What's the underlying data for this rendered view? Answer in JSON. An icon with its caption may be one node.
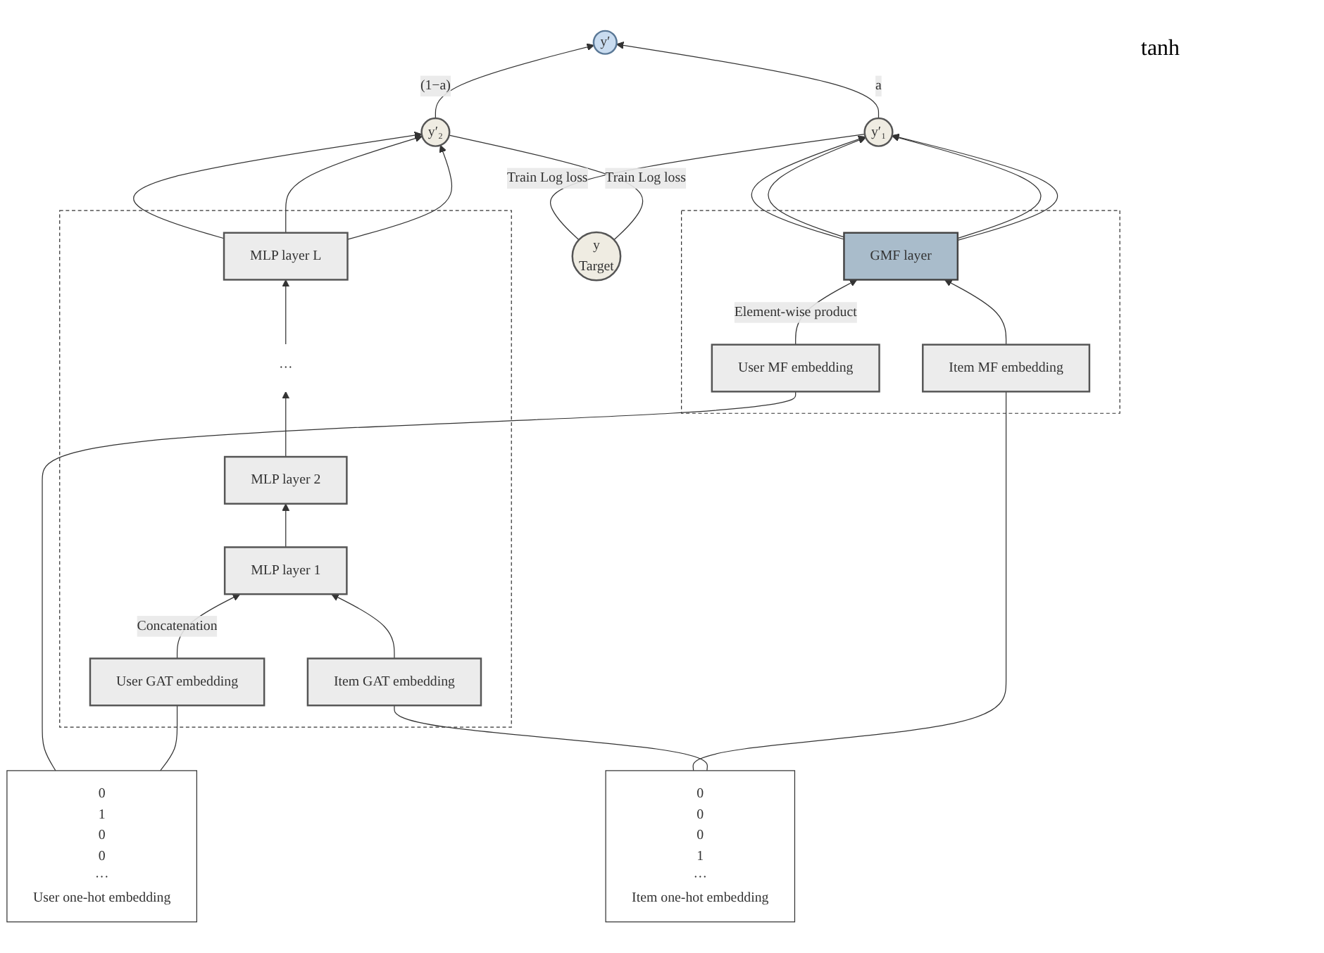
{
  "diagram": {
    "nodes": [
      {
        "text": [
          "y′"
        ]
      },
      {
        "text": [
          "y′₁"
        ]
      },
      {
        "text": [
          "y",
          "Target"
        ]
      },
      {
        "text": [
          "y′₂"
        ]
      },
      {
        "text": [],
        "shape": "box"
      },
      {
        "text": [
          "GMF layer"
        ],
        "in": 4
      },
      {
        "text": [
          "User MF embedding"
        ],
        "in": 4
      },
      {
        "text": [
          "Item MF embedding"
        ],
        "in": 4
      },
      {
        "text": [],
        "shape": "box"
      },
      {
        "text": [
          "MLP layer L"
        ],
        "in": 8
      },
      {
        "text": [
          "···"
        ],
        "in": 8
      },
      {
        "text": [
          "MLP layer 2"
        ],
        "in": 8
      },
      {
        "text": [
          "MLP layer 1"
        ],
        "in": 8
      },
      {
        "text": [
          "User GAT embedding"
        ],
        "in": 8
      },
      {
        "text": [
          "Item GAT embedding"
        ],
        "in": 8
      },
      {
        "text": [
          "0",
          "1",
          "0",
          "0",
          "···",
          "User one-hot embedding"
        ]
      },
      {
        "text": [
          "0",
          "0",
          "0",
          "1",
          "···",
          "Item one-hot embedding"
        ]
      }
    ],
    "edges": [
      {
        "from": 1,
        "to": 0,
        "arrow": "to",
        "label": "a"
      },
      {
        "from": 3,
        "to": 0,
        "arrow": "to",
        "label": "(1−a)"
      },
      {
        "from": 2,
        "to": 1,
        "arrow": "none",
        "label": "Train Log loss"
      },
      {
        "from": 2,
        "to": 3,
        "arrow": "none",
        "label": "Train Log loss"
      },
      {
        "from": 5,
        "to": 1,
        "arrow": "to"
      },
      {
        "from": 5,
        "to": 1,
        "arrow": "to"
      },
      {
        "from": 5,
        "to": 1,
        "arrow": "to"
      },
      {
        "from": 5,
        "to": 1,
        "arrow": "to"
      },
      {
        "from": 6,
        "to": 5,
        "arrow": "to",
        "label": "Element-wise product"
      },
      {
        "from": 7,
        "to": 5,
        "arrow": "to"
      },
      {
        "from": 9,
        "to": 3,
        "arrow": "to"
      },
      {
        "from": 9,
        "to": 3,
        "arrow": "to"
      },
      {
        "from": 9,
        "to": 3,
        "arrow": "to"
      },
      {
        "from": 10,
        "to": 9,
        "arrow": "to"
      },
      {
        "from": 11,
        "to": 10,
        "arrow": "to"
      },
      {
        "from": 12,
        "to": 11,
        "arrow": "to"
      },
      {
        "from": 13,
        "to": 12,
        "arrow": "to",
        "label": "Concatenation"
      },
      {
        "from": 14,
        "to": 12,
        "arrow": "to"
      },
      {
        "from": 15,
        "to": 6,
        "arrow": "none"
      },
      {
        "from": 15,
        "to": 13,
        "arrow": "none"
      },
      {
        "from": 16,
        "to": 7,
        "arrow": "none"
      },
      {
        "from": 16,
        "to": 14,
        "arrow": "none"
      }
    ],
    "labels": [
      "tanh"
    ]
  }
}
